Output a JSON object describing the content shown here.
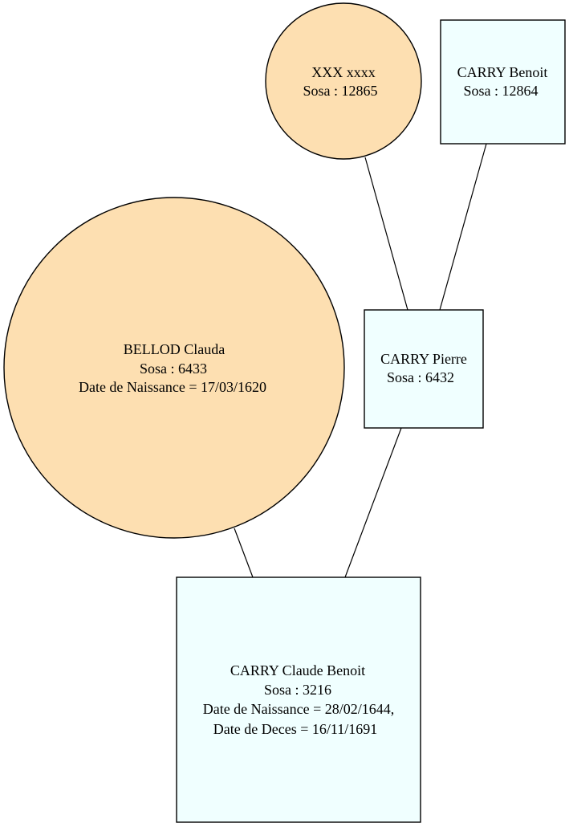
{
  "persons": {
    "xxx": {
      "name": "XXX xxxx",
      "sosa": "Sosa : 12865"
    },
    "benoit": {
      "name": "CARRY Benoit",
      "sosa": "Sosa : 12864"
    },
    "bellod": {
      "name": "BELLOD Clauda",
      "sosa": "Sosa : 6433",
      "birth": "Date de Naissance = 17/03/1620"
    },
    "pierre": {
      "name": "CARRY Pierre",
      "sosa": "Sosa : 6432"
    },
    "claude": {
      "name": "CARRY Claude Benoit",
      "sosa": "Sosa : 3216",
      "birth": "Date de Naissance = 28/02/1644,",
      "death": "Date de Deces = 16/11/1691"
    }
  },
  "colors": {
    "female_fill": "#fddfb1",
    "male_fill": "#f0ffff",
    "stroke": "#000000"
  }
}
